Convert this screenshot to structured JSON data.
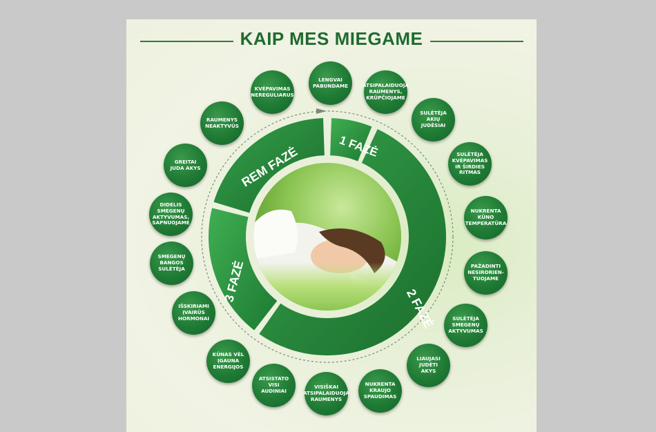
{
  "title": "KAIP MES MIEGAME",
  "phases": [
    {
      "label": "1 FAZĖ"
    },
    {
      "label": "2 FAZĖ"
    },
    {
      "label": "3 FAZĖ"
    },
    {
      "label": "REM FAZĖ"
    }
  ],
  "nodes": [
    "LENGVAI\nPABUNDAME",
    "ATSIPALAIDUOJA\nRAUMENYS,\nKRŪPČIOJAME",
    "SULĖTĖJA\nAKIŲ JUDĖSIAI",
    "SULĖTĖJA\nKVĖPAVIMAS\nIR ŠIRDIES\nRITMAS",
    "NUKRENTA\nKŪNO\nTEMPERATŪRA",
    "PAŽADINTI\nNESIRORIEN-\nTUOJAME",
    "SULĖTĖJA\nSMEGENŲ\nAKTYVUMAS",
    "LIAUJASI\nJUDĖTI\nAKYS",
    "NUKRENTA\nKRAUJO\nSPAUDIMAS",
    "VISIŠKAI\nATSIPALAIDUOJA\nRAUMENYS",
    "ATSISTATO\nVISI AUDINIAI",
    "KŪNAS VĖL\nĮGAUNA\nENERGIJOS",
    "IŠSKIRIAMI\nĮVAIRŪS\nHORMONAI",
    "SMEGENŲ\nBANGOS\nSULĖTĖJA",
    "DIDELIS\nSMEGENŲ\nAKTYVUMAS,\nSAPNUOJAME",
    "GREITAI\nJUDA AKYS",
    "RAUMENYS\nNEAKTYVŪS",
    "KVĖPAVIMAS\nNEREGULIARUS"
  ],
  "colors": {
    "dark_green": "#1f7a34",
    "mid_green": "#2f9a45",
    "title_green": "#1f6b30"
  }
}
